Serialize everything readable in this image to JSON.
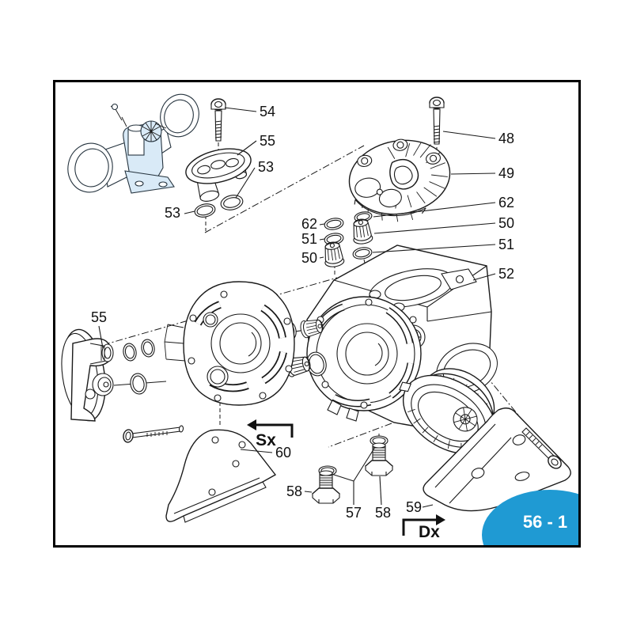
{
  "figure": {
    "type": "exploded-parts-diagram",
    "badge_label": "56 - 1",
    "badge_color": "#1f9ad3",
    "line_color": "#1a1a1a",
    "thumbnail_fill": "#d9eaf7",
    "direction_left": "Sx",
    "direction_right": "Dx",
    "callouts": {
      "c48": "48",
      "c49": "49",
      "c50_left": "50",
      "c50_right": "50",
      "c51_left": "51",
      "c51_right": "51",
      "c52": "52",
      "c53_left": "53",
      "c53_right": "53",
      "c54": "54",
      "c55_top": "55",
      "c55_left": "55",
      "c57": "57",
      "c58_left": "58",
      "c58_bottom": "58",
      "c59": "59",
      "c60": "60",
      "c62_left": "62",
      "c62_right": "62"
    }
  }
}
